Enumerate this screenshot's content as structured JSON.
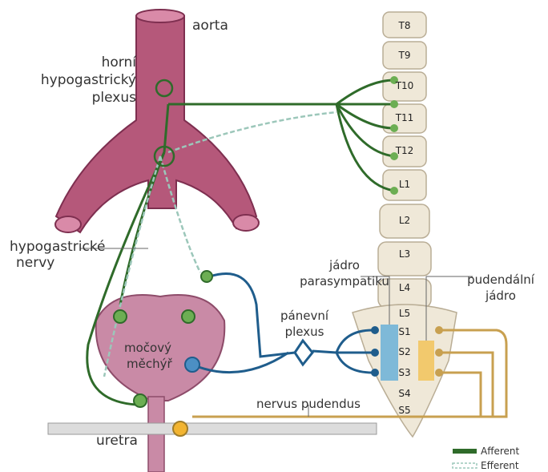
{
  "labels": {
    "aorta": "aorta",
    "upper_plexus": [
      "horní",
      "hypogastrický",
      "plexus"
    ],
    "hypogastric_nerves": [
      "hypogastrické",
      "nervy"
    ],
    "bladder": [
      "močový",
      "měchýř"
    ],
    "urethra": "uretra",
    "parasympathetic_nucleus": [
      "jádro",
      "parasympatiku"
    ],
    "pelvic_plexus": [
      "pánevní",
      "plexus"
    ],
    "pudendal_nucleus": [
      "pudendální",
      "jádro"
    ],
    "pudendal_nerve": "nervus pudendus"
  },
  "vertebrae": [
    "T8",
    "T9",
    "T10",
    "T11",
    "T12",
    "L1",
    "L2",
    "L3",
    "L4",
    "L5",
    "S1",
    "S2",
    "S3",
    "S4",
    "S5"
  ],
  "legend": {
    "afferent": "Afferent",
    "efferent": "Efferent"
  },
  "colors": {
    "aorta": "#b5587a",
    "sympathetic": "#2f6b2a",
    "parasympathetic": "#1f5d8c",
    "pudendal": "#c8a050",
    "bone": "#efe8d8",
    "bladder": "#c98aa6"
  }
}
